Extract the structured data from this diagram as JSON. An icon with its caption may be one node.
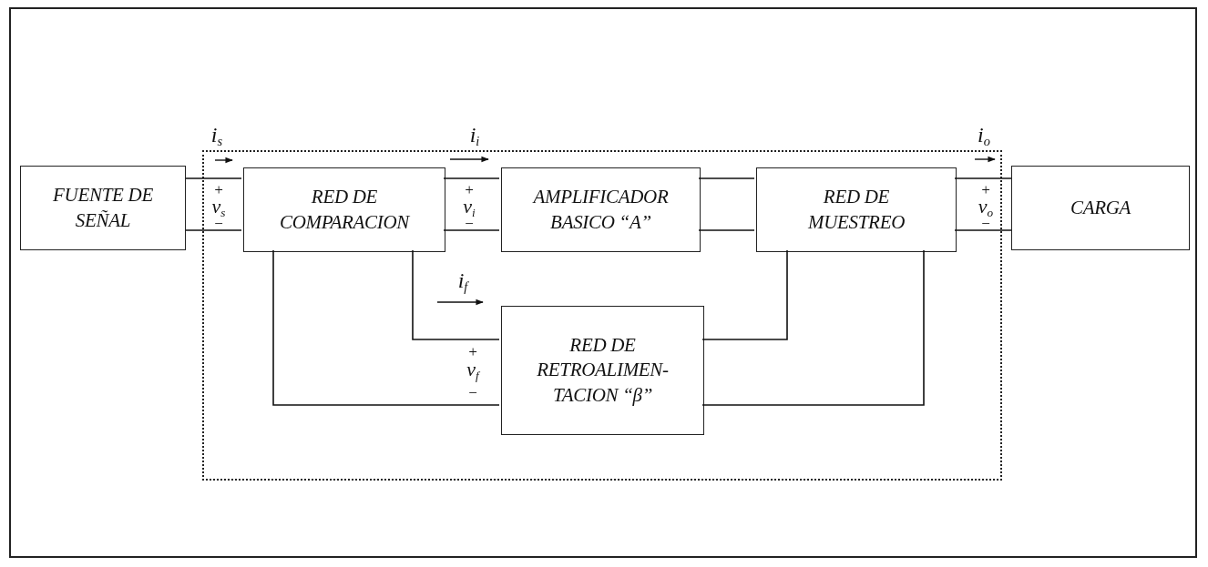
{
  "diagram": {
    "nodes": [
      {
        "text": [],
        "shape": "box"
      },
      {
        "text": [
          "FUENTE DE SEÑAL"
        ]
      },
      {
        "text": [
          "RED DE COMPARACION"
        ],
        "in": 0
      },
      {
        "text": [
          "AMPLIFICADOR BASICO “A”"
        ],
        "in": 0
      },
      {
        "text": [
          "RED DE MUESTREO"
        ],
        "in": 0
      },
      {
        "text": [
          "CARGA"
        ]
      },
      {
        "text": [
          "RED DE RETROALIMEN- TACION “β”"
        ],
        "in": 0
      }
    ],
    "edges": [
      {
        "from": 1,
        "to": 2,
        "arrow": "none"
      },
      {
        "from": 1,
        "to": 2,
        "arrow": "none"
      },
      {
        "from": 2,
        "to": 3,
        "arrow": "none"
      },
      {
        "from": 2,
        "to": 3,
        "arrow": "none"
      },
      {
        "from": 3,
        "to": 4,
        "arrow": "none"
      },
      {
        "from": 3,
        "to": 4,
        "arrow": "none"
      },
      {
        "from": 4,
        "to": 5,
        "arrow": "none"
      },
      {
        "from": 4,
        "to": 5,
        "arrow": "none"
      },
      {
        "from": 2,
        "to": 6,
        "arrow": "none"
      },
      {
        "from": 2,
        "to": 6,
        "arrow": "none"
      },
      {
        "from": 4,
        "to": 6,
        "arrow": "none"
      },
      {
        "from": 4,
        "to": 6,
        "arrow": "none"
      }
    ],
    "labels": [
      "i$_{s}$",
      "i$_{i}$",
      "i$_{o}$",
      "+",
      "v$_{s}$",
      "−",
      "+",
      "v$_{i}$",
      "−",
      "+",
      "v$_{o}$",
      "−",
      "i$_{f}$",
      "+",
      "v$_{f}$",
      "−"
    ]
  }
}
